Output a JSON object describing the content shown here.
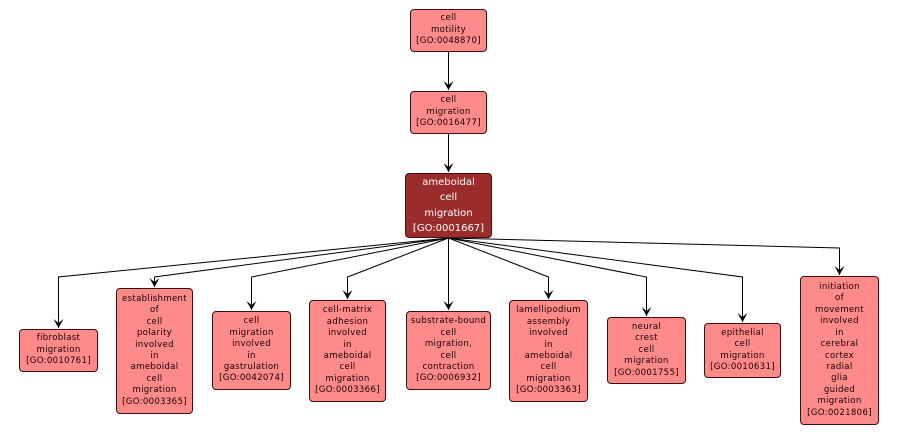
{
  "colors": {
    "focus_node_fill": "#9b2c2c",
    "node_fill": "#fe8a8a",
    "edge": "#000000"
  },
  "nodes": {
    "cell_motility": {
      "lines": [
        "cell",
        "motility",
        "[GO:0048870]"
      ]
    },
    "cell_migration": {
      "lines": [
        "cell",
        "migration",
        "[GO:0016477]"
      ]
    },
    "ameboidal": {
      "lines": [
        "ameboidal",
        "cell",
        "migration",
        "[GO:0001667]"
      ]
    },
    "fibroblast": {
      "lines": [
        "fibroblast",
        "migration",
        "[GO:0010761]"
      ]
    },
    "establishment": {
      "lines": [
        "establishment",
        "of",
        "cell",
        "polarity",
        "involved",
        "in",
        "ameboidal",
        "cell",
        "migration",
        "[GO:0003365]"
      ]
    },
    "gastrulation": {
      "lines": [
        "cell",
        "migration",
        "involved",
        "in",
        "gastrulation",
        "[GO:0042074]"
      ]
    },
    "cell_matrix": {
      "lines": [
        "cell-matrix",
        "adhesion",
        "involved",
        "in",
        "ameboidal",
        "cell",
        "migration",
        "[GO:0003366]"
      ]
    },
    "substrate": {
      "lines": [
        "substrate-bound",
        "cell",
        "migration,",
        "cell",
        "contraction",
        "[GO:0006932]"
      ]
    },
    "lamellipodium": {
      "lines": [
        "lamellipodium",
        "assembly",
        "involved",
        "in",
        "ameboidal",
        "cell",
        "migration",
        "[GO:0003363]"
      ]
    },
    "neural_crest": {
      "lines": [
        "neural",
        "crest",
        "cell",
        "migration",
        "[GO:0001755]"
      ]
    },
    "epithelial": {
      "lines": [
        "epithelial",
        "cell",
        "migration",
        "[GO:0010631]"
      ]
    },
    "initiation": {
      "lines": [
        "initiation",
        "of",
        "movement",
        "involved",
        "in",
        "cerebral",
        "cortex",
        "radial",
        "glia",
        "guided",
        "migration",
        "[GO:0021806]"
      ]
    }
  },
  "edges": [
    [
      "cell_motility",
      "cell_migration"
    ],
    [
      "cell_migration",
      "ameboidal"
    ],
    [
      "ameboidal",
      "fibroblast"
    ],
    [
      "ameboidal",
      "establishment"
    ],
    [
      "ameboidal",
      "gastrulation"
    ],
    [
      "ameboidal",
      "cell_matrix"
    ],
    [
      "ameboidal",
      "substrate"
    ],
    [
      "ameboidal",
      "lamellipodium"
    ],
    [
      "ameboidal",
      "neural_crest"
    ],
    [
      "ameboidal",
      "epithelial"
    ],
    [
      "ameboidal",
      "initiation"
    ]
  ]
}
